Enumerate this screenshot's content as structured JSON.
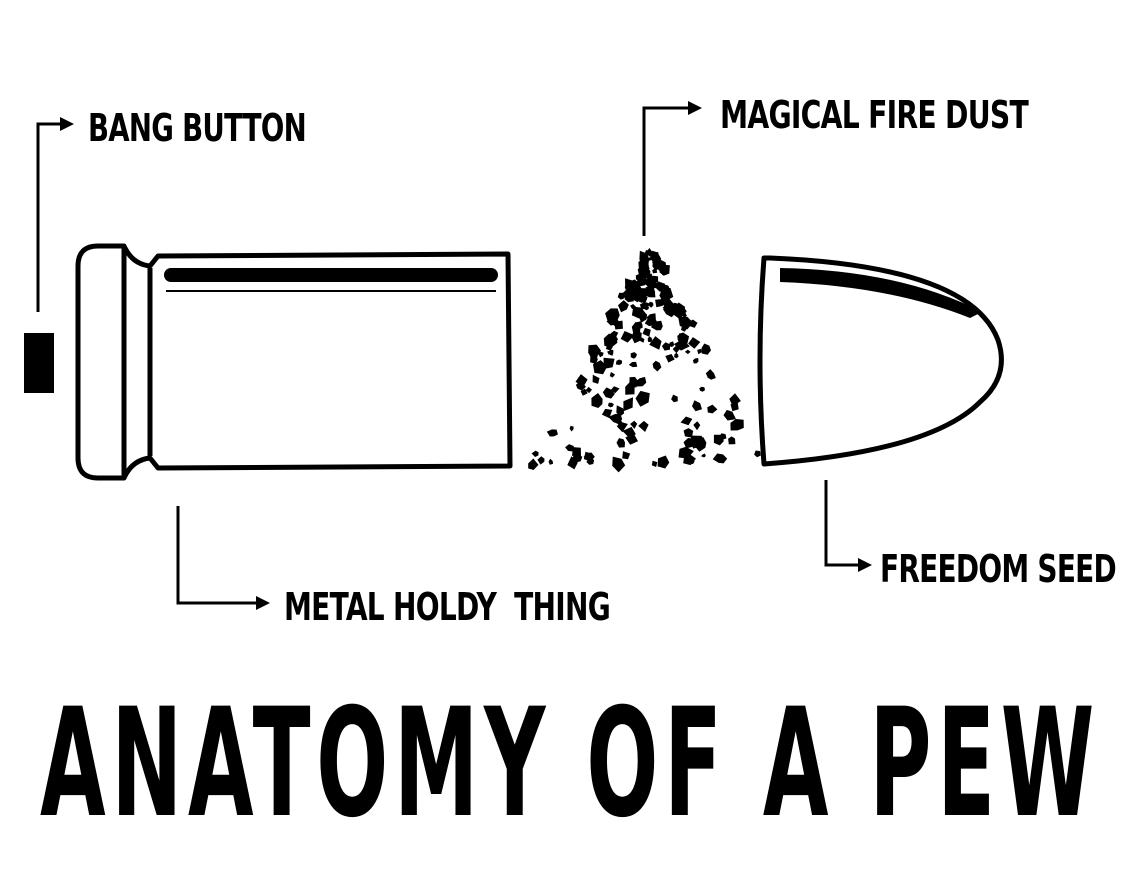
{
  "title": "ANATOMY OF A PEW",
  "colors": {
    "ink": "#000000",
    "background": "#ffffff"
  },
  "labels": {
    "primer": "BANG BUTTON",
    "casing": "METAL HOLDY  THING",
    "powder": "MAGICAL FIRE DUST",
    "bullet": "FREEDOM SEED"
  }
}
